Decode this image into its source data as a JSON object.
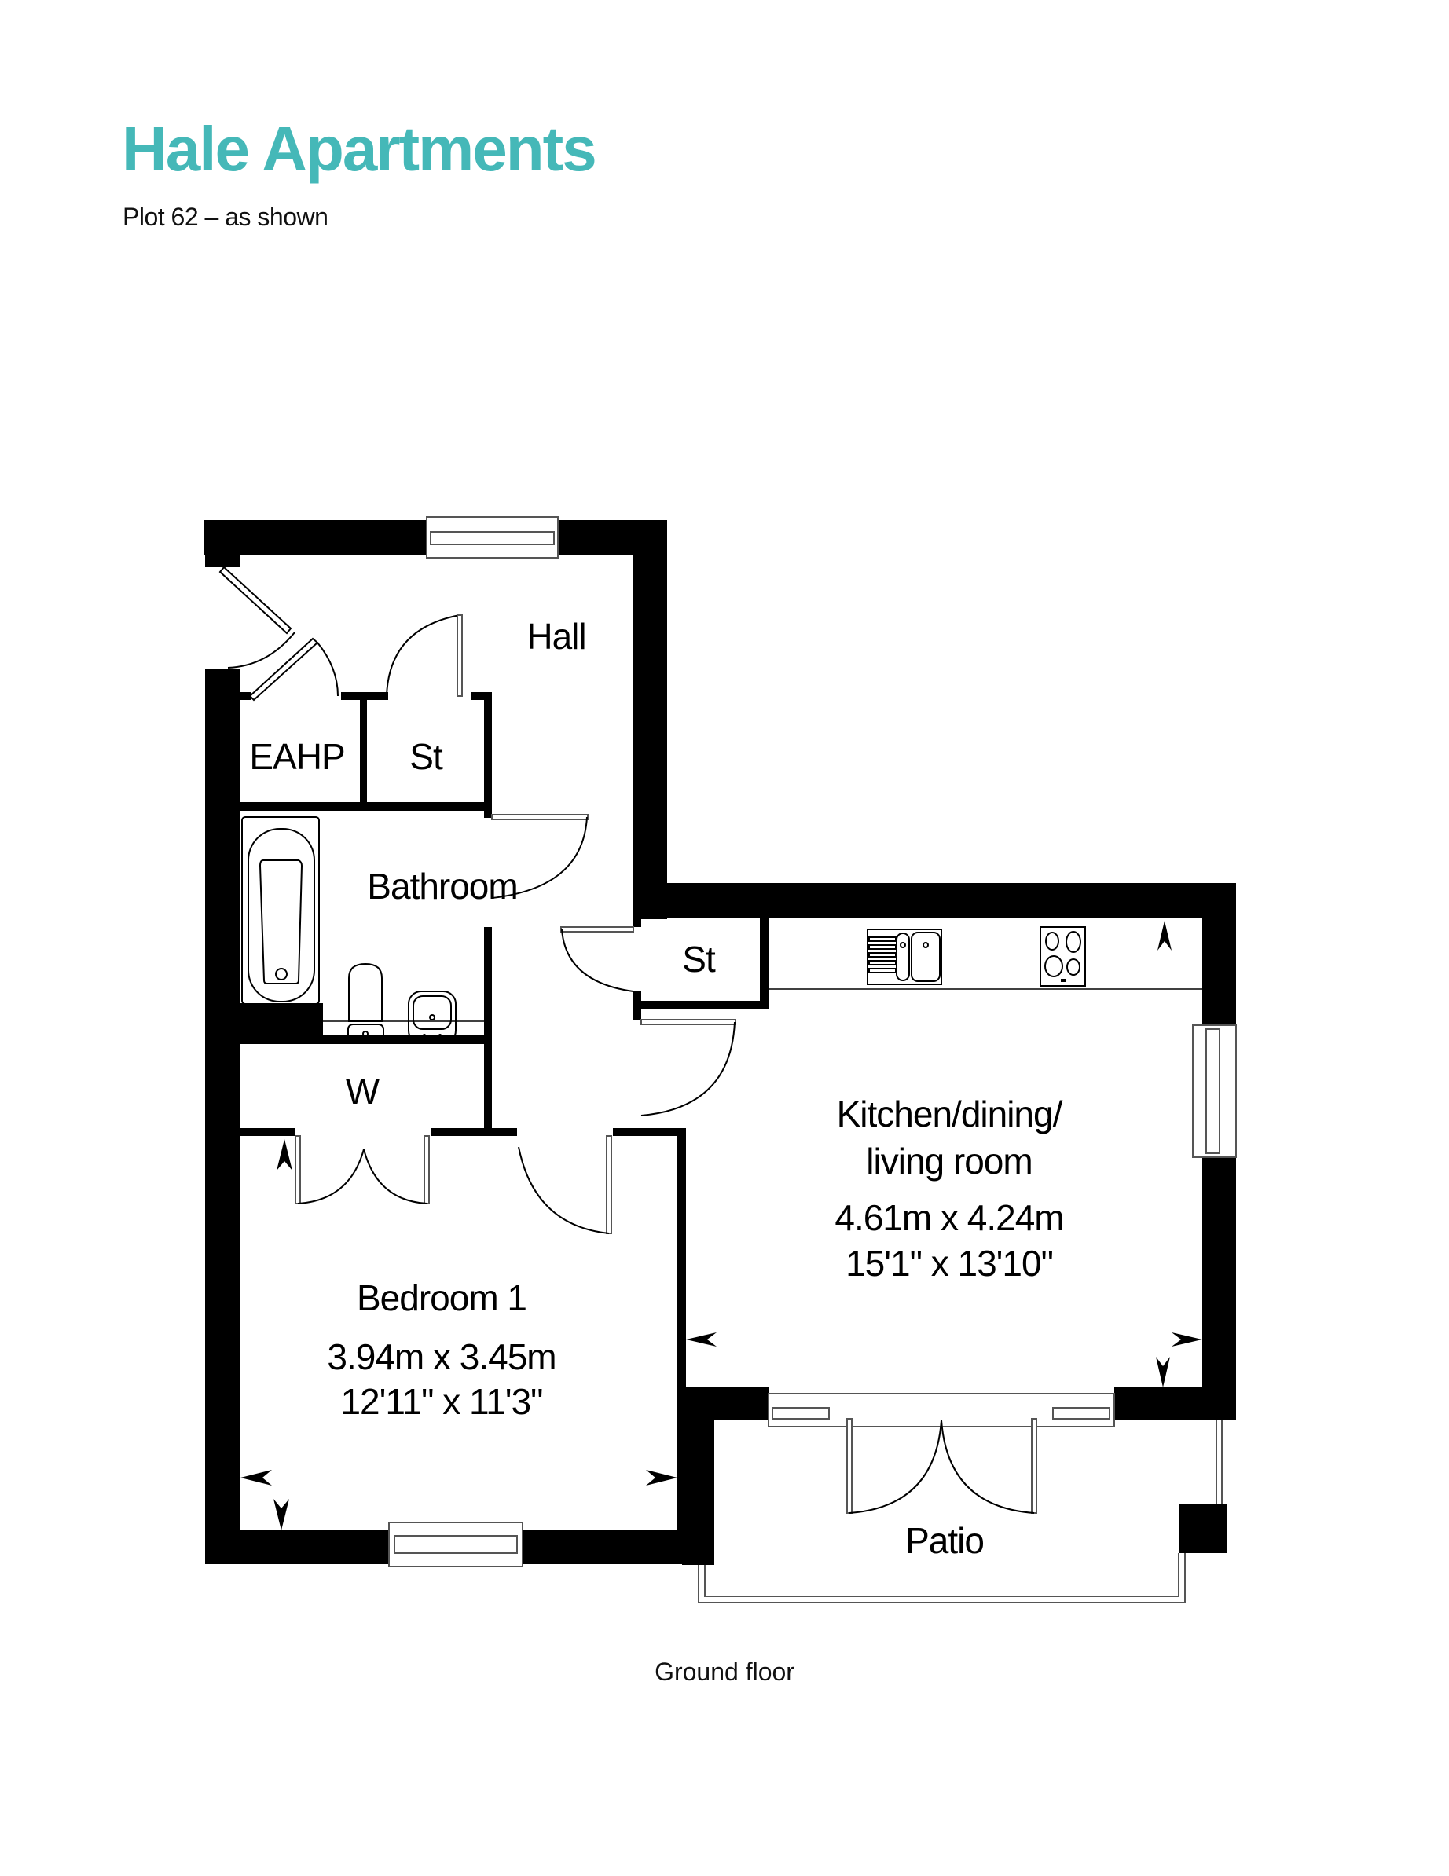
{
  "header": {
    "title": "Hale Apartments",
    "subtitle": "Plot 62 – as shown"
  },
  "colors": {
    "title": "#45B8B8",
    "walls": "#000000",
    "background": "#FFFFFF"
  },
  "floor_label": "Ground floor",
  "rooms": {
    "hall": {
      "name": "Hall"
    },
    "eahp": {
      "name": "EAHP"
    },
    "store_hall": {
      "name": "St"
    },
    "bathroom": {
      "name": "Bathroom"
    },
    "store_kitchen": {
      "name": "St"
    },
    "wardrobe": {
      "name": "W"
    },
    "kitchen": {
      "name_line1": "Kitchen/dining/",
      "name_line2": "living room",
      "metric": "4.61m x 4.24m",
      "imperial": "15'1\" x 13'10\""
    },
    "bedroom": {
      "name": "Bedroom 1",
      "metric": "3.94m x 3.45m",
      "imperial": "12'11\" x 11'3\""
    },
    "patio": {
      "name": "Patio"
    }
  },
  "fixtures": [
    "bath-icon",
    "toilet-icon",
    "basin-icon",
    "sink-icon",
    "hob-icon"
  ]
}
